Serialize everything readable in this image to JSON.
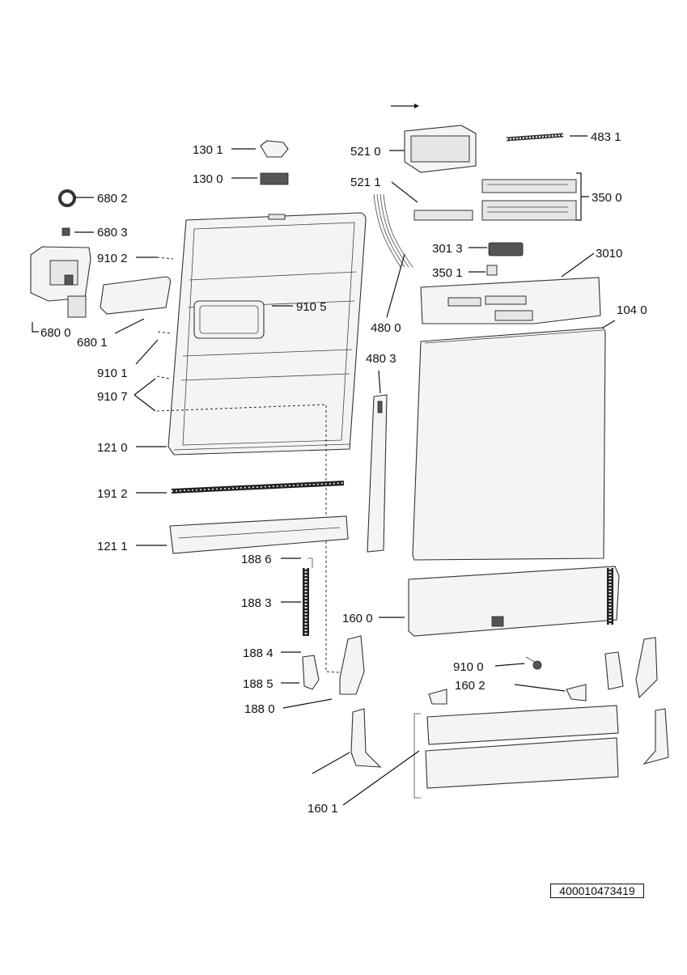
{
  "labels": {
    "p1301": "130 1",
    "p1300": "130 0",
    "p6802": "680 2",
    "p6803": "680 3",
    "p9102": "910 2",
    "p9105": "910 5",
    "p6800": "680 0",
    "p6801": "680 1",
    "p9101": "910 1",
    "p9107": "910 7",
    "p1210": "121 0",
    "p1912": "191 2",
    "p1211": "121 1",
    "p1886": "188 6",
    "p1883": "188 3",
    "p1884": "188 4",
    "p1885": "188 5",
    "p1880": "188 0",
    "p5210": "521 0",
    "p5211": "521 1",
    "p4831": "483 1",
    "p3500": "350 0",
    "p3013": "301 3",
    "p3501": "350 1",
    "p3010": "3010",
    "p4800": "480 0",
    "p1040": "104 0",
    "p4803": "480 3",
    "p1600": "160 0",
    "p9100": "910 0",
    "p1602": "160 2",
    "p1601": "160 1"
  },
  "document_number": "400010473419"
}
